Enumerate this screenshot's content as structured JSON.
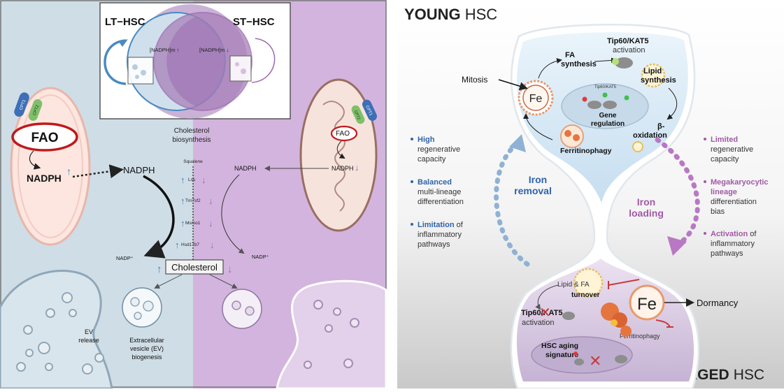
{
  "left": {
    "lt_hsc": "LT−HSC",
    "st_hsc": "ST−HSC",
    "nadphm_up": "[NADPH]m ↑",
    "nadphm_down": "[NADPH]m ↓",
    "cpt1": "CPT1",
    "cpt2": "CPT2",
    "fao": "FAO",
    "nadph": "NADPH",
    "nadph_center": "NADPH",
    "nadp_plus": "NADP⁺",
    "chol_title_1": "Cholesterol",
    "chol_title_2": "biosynthesis",
    "squalene": "Squalene",
    "genes": [
      "Lss",
      "Tm7sf2",
      "Msmo1",
      "Hsd17b7"
    ],
    "cholesterol": "Cholesterol",
    "ev_release_1": "EV",
    "ev_release_2": "release",
    "ev_bio_1": "Extracellular",
    "ev_bio_2": "vesicle (EV)",
    "ev_bio_3": "biogenesis",
    "colors": {
      "lt_bg": "#cfdde6",
      "st_bg": "#d3b4de",
      "arrow_blue": "#3d7fb8",
      "fao_red": "#c0191c"
    }
  },
  "right": {
    "young": "YOUNG",
    "aged": "AGED",
    "hsc": "HSC",
    "mitosis": "Mitosis",
    "fa_synthesis_1": "FA",
    "fa_synthesis_2": "synthesis",
    "tip60_1": "Tip60/KAT5",
    "tip60_2": "activation",
    "lipid_synthesis_1": "Lipid",
    "lipid_synthesis_2": "synthesis",
    "tip60_small": "Tip60/KAT5",
    "gene_reg_1": "Gene",
    "gene_reg_2": "regulation",
    "beta_ox_1": "β-",
    "beta_ox_2": "oxidation",
    "ferritinophagy": "Ferritinophagy",
    "fe": "Fe",
    "iron_removal_1": "Iron",
    "iron_removal_2": "removal",
    "iron_loading_1": "Iron",
    "iron_loading_2": "loading",
    "young_bullets": [
      {
        "bold": "High",
        "rest_1": "regenerative",
        "rest_2": "capacity"
      },
      {
        "bold": "Balanced",
        "rest_1": "multi-lineage",
        "rest_2": "differentiation"
      },
      {
        "bold": "Limitation",
        "rest_inline": " of",
        "rest_1": "inflammatory",
        "rest_2": "pathways"
      }
    ],
    "aged_bullets": [
      {
        "bold": "Limited",
        "rest_1": "regenerative",
        "rest_2": "capacity"
      },
      {
        "bold": "Megakaryocytic",
        "bold_2": "lineage",
        "rest_1": "differentiation",
        "rest_2": "bias"
      },
      {
        "bold": "Activation",
        "rest_inline": " of",
        "rest_1": "inflammatory",
        "rest_2": "pathways"
      }
    ],
    "lipid_fa_1": "Lipid & FA",
    "lipid_fa_2": "turnover",
    "tip60_aged_1": "Tip60/KAT5",
    "tip60_aged_2": "activation",
    "dormancy": "Dormancy",
    "ferritinophagy_aged": "Ferritinophagy",
    "aging_sig_1": "HSC aging",
    "aging_sig_2": "signature",
    "colors": {
      "young_blue": "#2f63a8",
      "aged_purple": "#a05aa6",
      "aged_pink": "#c73a7a"
    }
  }
}
